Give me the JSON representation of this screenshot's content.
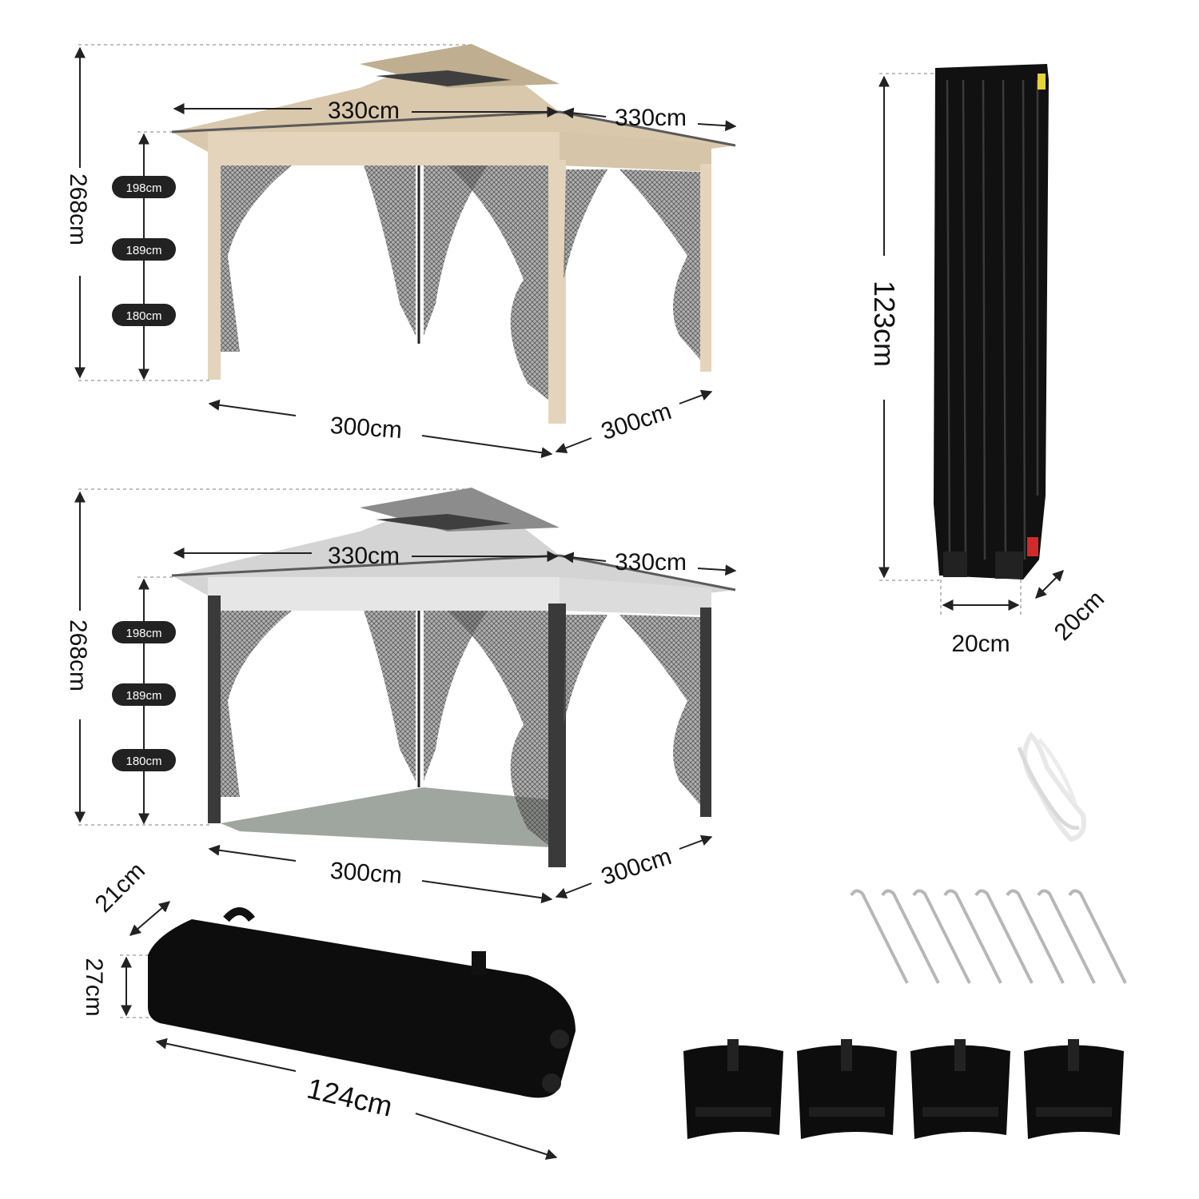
{
  "gazebo_beige": {
    "height": "268cm",
    "top_width": "330cm",
    "top_depth": "330cm",
    "heights": [
      "198cm",
      "189cm",
      "180cm"
    ],
    "base_width": "300cm",
    "base_depth": "300cm",
    "canopy_color": "#d9c8ac",
    "canopy_top_color": "#cdb998",
    "frame_color": "#e3d4bb"
  },
  "gazebo_grey": {
    "height": "268cm",
    "top_width": "330cm",
    "top_depth": "330cm",
    "heights": [
      "198cm",
      "189cm",
      "180cm"
    ],
    "base_width": "300cm",
    "base_depth": "300cm",
    "canopy_color": "#d4d4d4",
    "canopy_top_color": "#8c8c8c",
    "frame_color": "#3a3a3a"
  },
  "folded_frame": {
    "height": "123cm",
    "width": "20cm",
    "depth": "20cm",
    "color": "#111111"
  },
  "carry_bag": {
    "depth": "21cm",
    "height": "27cm",
    "length": "124cm",
    "color": "#0d0d0d"
  },
  "accessories": {
    "rope_icon": "rope-icon",
    "stake_count": 8,
    "sandbag_count": 4,
    "sandbag_color": "#0d0d0d"
  }
}
